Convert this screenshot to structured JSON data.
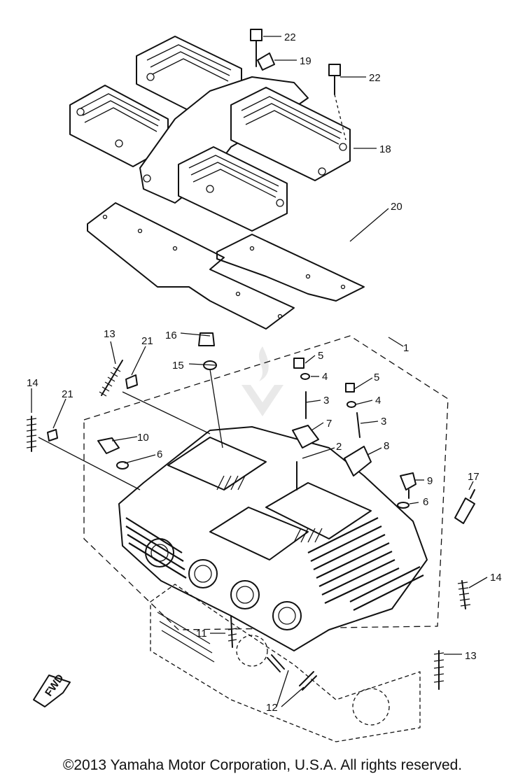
{
  "callouts": {
    "c1": "1",
    "c2": "2",
    "c3a": "3",
    "c3b": "3",
    "c4a": "4",
    "c4b": "4",
    "c5a": "5",
    "c5b": "5",
    "c6a": "6",
    "c6b": "6",
    "c7": "7",
    "c8": "8",
    "c9": "9",
    "c10": "10",
    "c11": "11",
    "c12": "12",
    "c13a": "13",
    "c13b": "13",
    "c14a": "14",
    "c14b": "14",
    "c15": "15",
    "c16": "16",
    "c17": "17",
    "c18": "18",
    "c19": "19",
    "c20": "20",
    "c21a": "21",
    "c21b": "21",
    "c22a": "22",
    "c22b": "22"
  },
  "fwd_label": "FWD",
  "copyright": "©2013 Yamaha Motor Corporation, U.S.A. All rights reserved.",
  "watermark_icon": "flame-v-logo-icon"
}
